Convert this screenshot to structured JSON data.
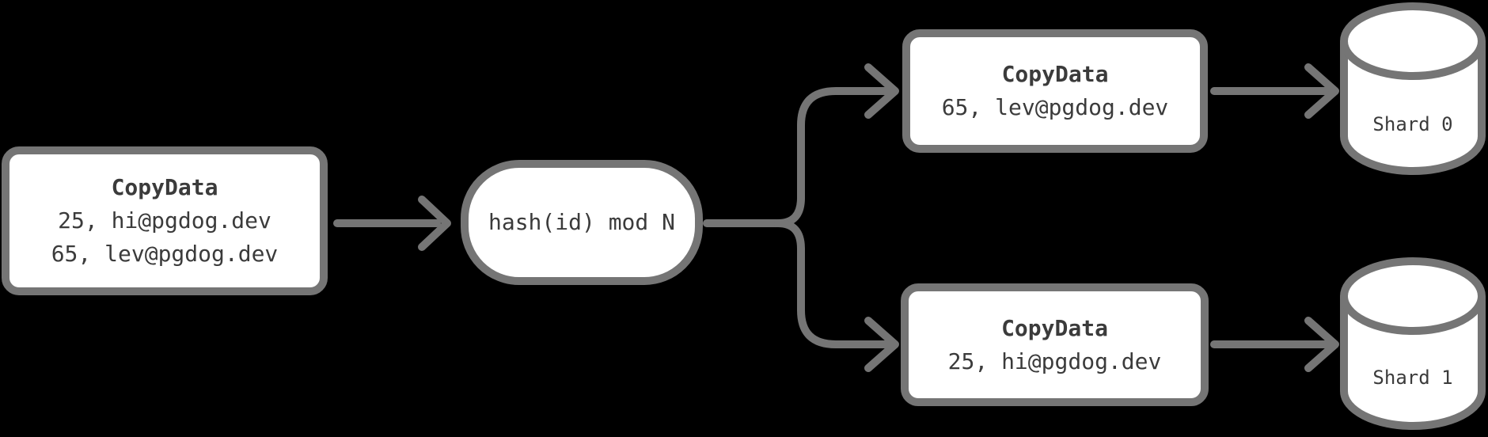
{
  "diagram": {
    "description": "Sharded COPY routing diagram",
    "colors": {
      "background": "#000000",
      "node_fill": "#ffffff",
      "stroke": "#757575",
      "text": "#3b3b3b"
    },
    "nodes": {
      "source": {
        "title": "CopyData",
        "rows": [
          "25, hi@pgdog.dev",
          "65, lev@pgdog.dev"
        ]
      },
      "router": {
        "label": "hash(id) mod N"
      },
      "shard0_copy": {
        "title": "CopyData",
        "rows": [
          "65, lev@pgdog.dev"
        ]
      },
      "shard1_copy": {
        "title": "CopyData",
        "rows": [
          "25, hi@pgdog.dev"
        ]
      },
      "shard0_db": {
        "label": "Shard 0"
      },
      "shard1_db": {
        "label": "Shard 1"
      }
    }
  }
}
